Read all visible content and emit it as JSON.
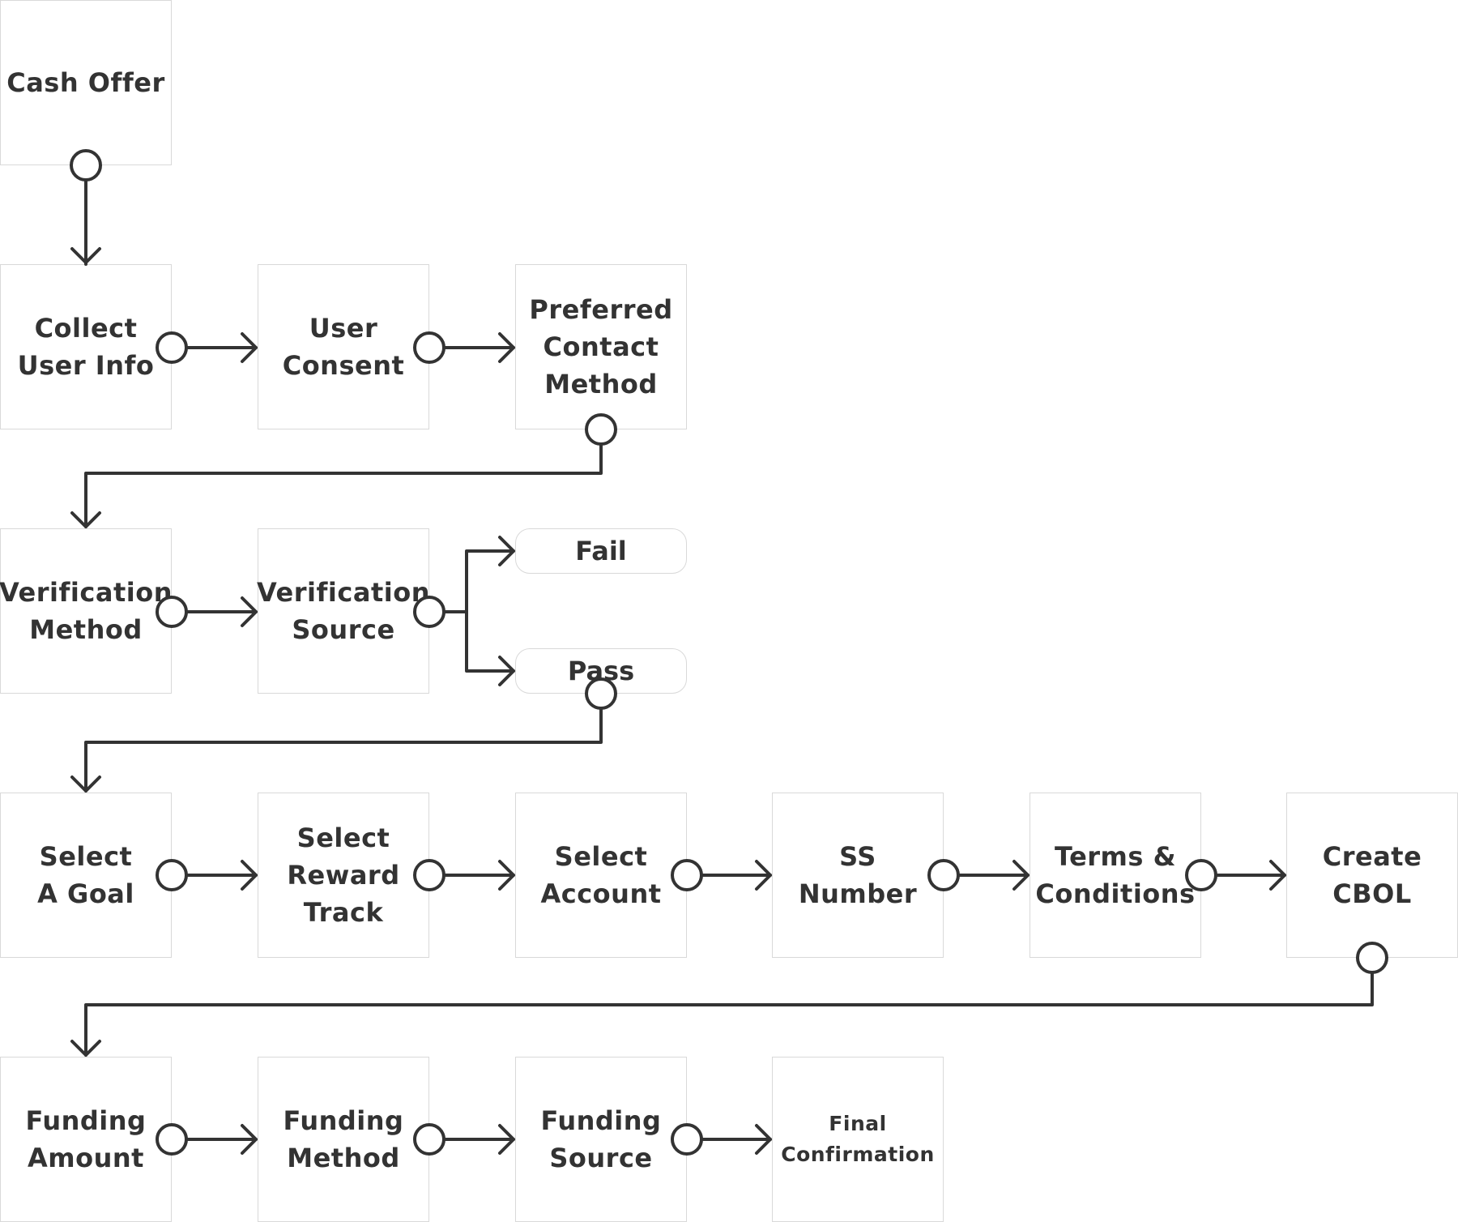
{
  "diagram": {
    "nodes": {
      "cash_offer": "Cash Offer",
      "collect_user_info": "Collect\nUser Info",
      "user_consent": "User\nConsent",
      "preferred_contact": "Preferred\nContact\nMethod",
      "verification_method": "Verification\nMethod",
      "verification_source": "Verification\nSource",
      "fail": "Fail",
      "pass": "Pass",
      "select_goal": "Select\nA Goal",
      "select_reward": "Select\nReward\nTrack",
      "select_account": "Select\nAccount",
      "ss_number": "SS\nNumber",
      "terms": "Terms &\nConditions",
      "create_cbol": "Create\nCBOL",
      "funding_amount": "Funding\nAmount",
      "funding_method": "Funding\nMethod",
      "funding_source": "Funding\nSource",
      "final_confirmation": "Final\nConfirmation"
    },
    "colors": {
      "line": "#333333",
      "box_border": "#d9d9d9",
      "text": "#333333",
      "background": "#ffffff"
    }
  }
}
